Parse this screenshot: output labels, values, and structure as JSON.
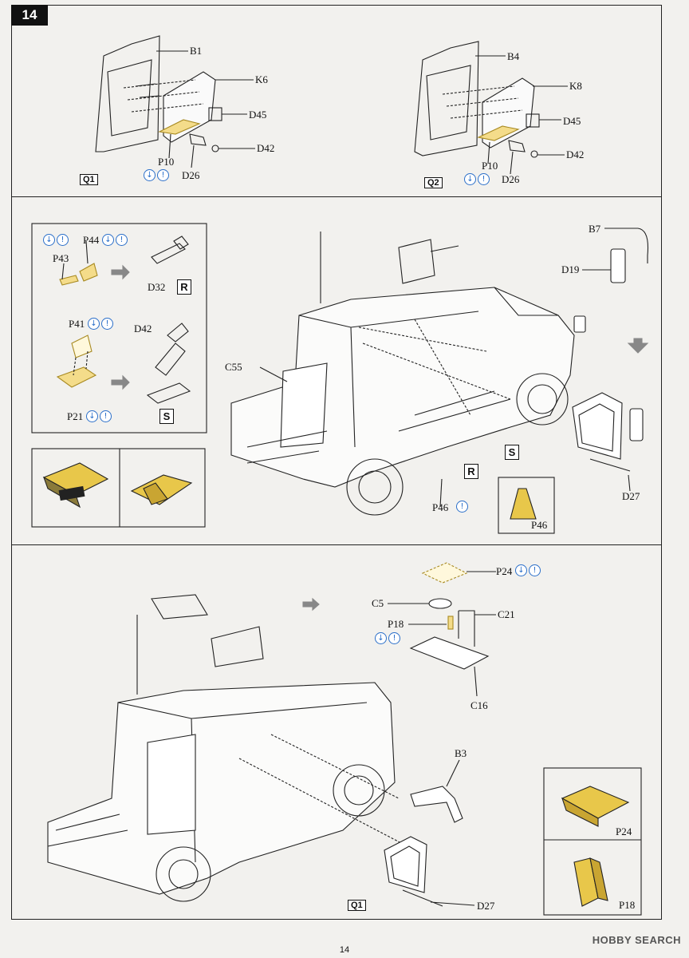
{
  "step": {
    "number": "14",
    "page": "14"
  },
  "watermark": "HOBBY SEARCH",
  "colors": {
    "highlight": "#e8c74a",
    "outline": "#222222",
    "icon_blue": "#2b6fc9"
  },
  "icons": {
    "glue_pair": [
      "down-arrow-in-circle",
      "exclamation-in-circle"
    ]
  },
  "panel_top": {
    "left": {
      "parts": [
        "B1",
        "K6",
        "D45",
        "D42",
        "P10",
        "D26"
      ],
      "tag": "Q1"
    },
    "right": {
      "parts": [
        "B4",
        "K8",
        "D45",
        "D42",
        "P10",
        "D26"
      ],
      "tag": "Q2"
    }
  },
  "panel_middle": {
    "sub_r": {
      "parts": [
        "P44",
        "P43",
        "D32"
      ],
      "tag": "R"
    },
    "sub_s": {
      "parts": [
        "P41",
        "D42",
        "P21"
      ],
      "tag": "S"
    },
    "main": {
      "parts": [
        "B7",
        "D19",
        "C55",
        "P46",
        "D27"
      ],
      "tags": [
        "R",
        "S"
      ]
    },
    "detail_label": "P46"
  },
  "panel_bottom": {
    "parts": [
      "P24",
      "C5",
      "P18",
      "C21",
      "C16",
      "B3",
      "D27"
    ],
    "tag": "Q1",
    "details": [
      "P24",
      "P18"
    ]
  }
}
